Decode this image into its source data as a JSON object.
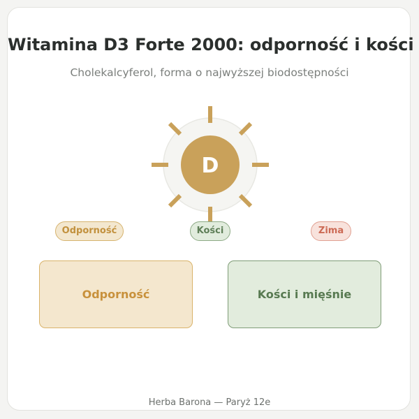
{
  "header": {
    "title": "Witamina D3 Forte 2000: odporność i kości",
    "subtitle": "Cholekalcyferol, forma o najwyższej biodostępności"
  },
  "sun_badge": {
    "letter": "D",
    "icon": "sun-icon",
    "color": "#c9a15a"
  },
  "tags": [
    {
      "label": "Odporność",
      "color": "#c2913e"
    },
    {
      "label": "Kości",
      "color": "#5f7f58"
    },
    {
      "label": "Zima",
      "color": "#cc6a55"
    }
  ],
  "benefit_cards": [
    {
      "label": "Odporność",
      "color": "#c8913c"
    },
    {
      "label": "Kości i mięśnie",
      "color": "#587a51"
    }
  ],
  "footer": {
    "text": "Herba Barona — Paryż 12e"
  }
}
